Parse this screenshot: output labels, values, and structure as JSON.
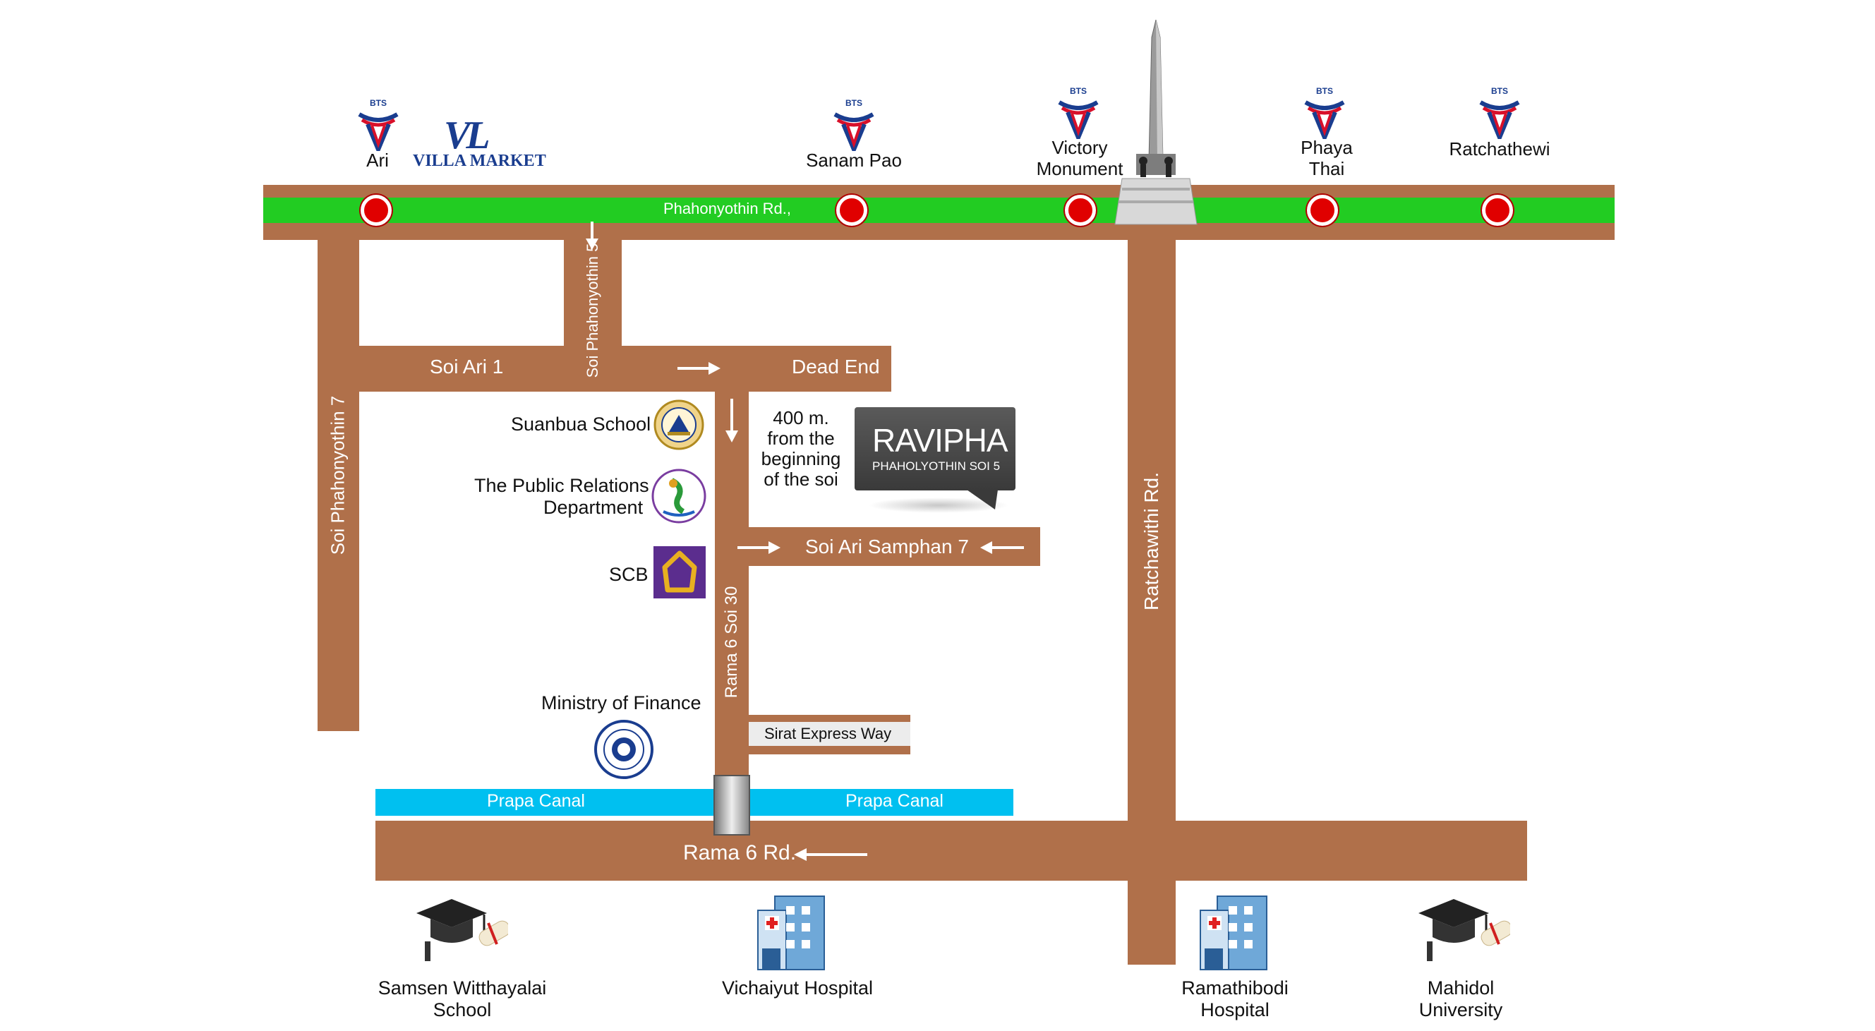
{
  "map": {
    "main_road": "Phahonyothin Rd.,",
    "stations": [
      {
        "brand": "BTS",
        "name": "Ari"
      },
      {
        "brand": "BTS",
        "name": "Sanam Pao"
      },
      {
        "brand": "BTS",
        "name": "Victory Monument"
      },
      {
        "brand": "BTS",
        "name": "Phaya Thai"
      },
      {
        "brand": "BTS",
        "name": "Ratchathewi"
      }
    ],
    "villa_market": "VILLA MARKET",
    "villa_logo": "VL",
    "roads": {
      "soi_phahonyothin_7": "Soi Phahonyothin 7",
      "soi_phahonyothin_5": "Soi Phahonyothin 5",
      "soi_ari_1": "Soi Ari 1",
      "dead_end": "Dead End",
      "soi_ari_samphan_7": "Soi Ari Samphan 7",
      "rama6_soi30": "Rama 6 Soi 30",
      "ratchawithi": "Ratchawithi Rd.",
      "rama6": "Rama 6 Rd.",
      "sirat": "Sirat Express Way",
      "canal_left": "Prapa Canal",
      "canal_right": "Prapa Canal"
    },
    "note_lines": [
      "400 m.",
      "from the",
      "beginning",
      "of the soi"
    ],
    "ravipha": {
      "name": "RAVIPHA",
      "sub": "PHAHOLYOTHIN SOI 5"
    },
    "landmarks": {
      "suanbua": "Suanbua School",
      "prd_line1": "The Public Relations",
      "prd_line2": "Department",
      "scb": "SCB",
      "mof": "Ministry of Finance"
    },
    "bottom": [
      {
        "line1": "Samsen Witthayalai",
        "line2": "School"
      },
      {
        "line1": "Vichaiyut Hospital",
        "line2": ""
      },
      {
        "line1": "Ramathibodi",
        "line2": "Hospital"
      },
      {
        "line1": "Mahidol",
        "line2": "University"
      }
    ],
    "colors": {
      "road": "#b0704a",
      "green_line": "#22cc22",
      "canal": "#00c0f0",
      "station": "#e00000",
      "bts_blue": "#1a3d8f",
      "bts_red": "#d8102a"
    }
  }
}
